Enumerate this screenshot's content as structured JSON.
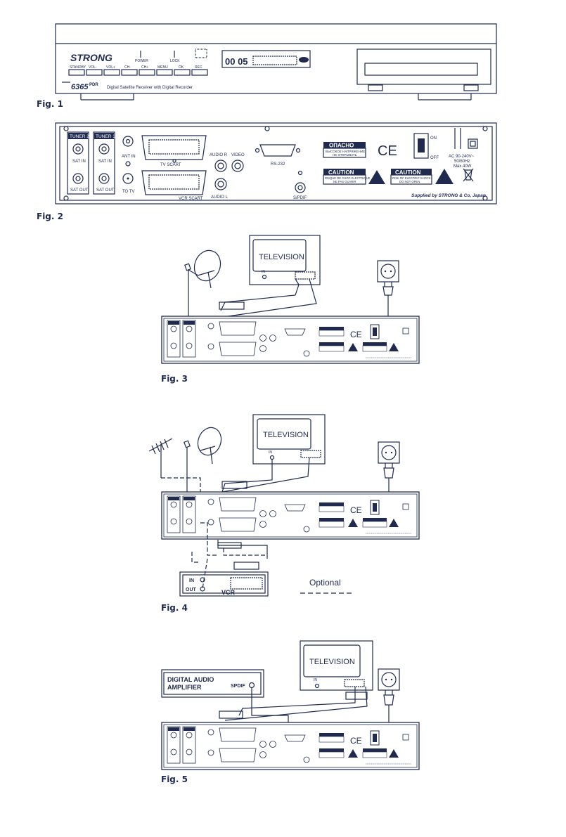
{
  "figures": {
    "fig1": "Fig. 1",
    "fig2": "Fig. 2",
    "fig3": "Fig. 3",
    "fig4": "Fig. 4",
    "fig5": "Fig. 5"
  },
  "front_panel": {
    "brand": "STRONG",
    "model": "6365",
    "model_suffix": "PDR",
    "subtitle": "Digital Satellite Receiver with Digital Recorder",
    "power": "POWER",
    "lock": "LOCK",
    "display": "00 05",
    "buttons": [
      "STANDBY",
      "VOL-",
      "VOL+",
      "CH-",
      "CH+",
      "MENU",
      "OK",
      "REC"
    ]
  },
  "rear_panel": {
    "tuner2": "TUNER 2",
    "tuner1": "TUNER 1",
    "sat_in": "SAT IN",
    "sat_out": "SAT OUT",
    "ant_in": "ANT IN",
    "to_tv": "TO TV",
    "tv_scart": "TV SCART",
    "vcr_scart": "VCR SCART",
    "audio_r": "AUDIO R",
    "audio_l": "AUDIO L",
    "video": "VIDEO",
    "rs232": "RS-232",
    "spdif": "S/PDIF",
    "opasno": "ОПАСНО",
    "opasno_text_1": "ВЫСОКОЕ НАПРЯЖЕНИЕ",
    "opasno_text_2": "НЕ ОТКРЫВАТЬ",
    "ce": "CE",
    "on": "ON",
    "off": "OFF",
    "ac_1": "AC 90-240V~",
    "ac_2": "50/60Hz",
    "ac_3": "Max.40W",
    "caution": "CAUTION",
    "caution_text_1a": "RISQUE DE CHOC ELECTRIQUE",
    "caution_text_1b": "NE PAS OUVRIR",
    "caution_text_2a": "RISK OF ELECTRIC SHOCK",
    "caution_text_2b": "DO NOT OPEN",
    "supplied": "Supplied by STRONG & Co, Japan"
  },
  "connections": {
    "television": "TELEVISION",
    "tv_in": "IN",
    "vcr": "VCR",
    "vcr_in": "IN",
    "vcr_out": "OUT",
    "optional": "Optional",
    "amp_line1": "DIGITAL AUDIO",
    "amp_line2": "AMPLIFIER",
    "amp_spdif": "SPDIF"
  }
}
